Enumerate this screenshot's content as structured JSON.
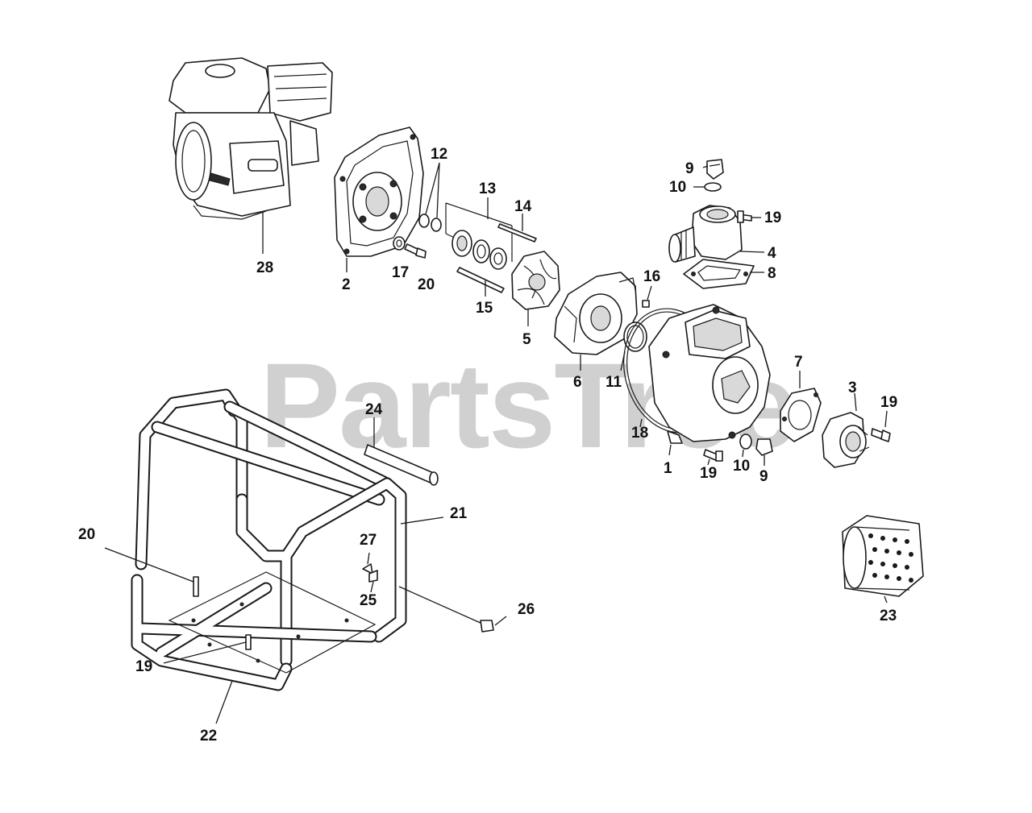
{
  "watermark": {
    "text": "PartsTree",
    "color": "#d0d0d0"
  },
  "callouts": [
    {
      "id": "c28",
      "label": "28"
    },
    {
      "id": "c2",
      "label": "2"
    },
    {
      "id": "c12",
      "label": "12"
    },
    {
      "id": "c13",
      "label": "13"
    },
    {
      "id": "c14",
      "label": "14"
    },
    {
      "id": "c17",
      "label": "17"
    },
    {
      "id": "c20a",
      "label": "20"
    },
    {
      "id": "c15",
      "label": "15"
    },
    {
      "id": "c5",
      "label": "5"
    },
    {
      "id": "c9a",
      "label": "9"
    },
    {
      "id": "c10a",
      "label": "10"
    },
    {
      "id": "c19a",
      "label": "19"
    },
    {
      "id": "c4",
      "label": "4"
    },
    {
      "id": "c8",
      "label": "8"
    },
    {
      "id": "c16",
      "label": "16"
    },
    {
      "id": "c6",
      "label": "6"
    },
    {
      "id": "c11",
      "label": "11"
    },
    {
      "id": "c7",
      "label": "7"
    },
    {
      "id": "c3",
      "label": "3"
    },
    {
      "id": "c19b",
      "label": "19"
    },
    {
      "id": "c18",
      "label": "18"
    },
    {
      "id": "c1",
      "label": "1"
    },
    {
      "id": "c19c",
      "label": "19"
    },
    {
      "id": "c10b",
      "label": "10"
    },
    {
      "id": "c9b",
      "label": "9"
    },
    {
      "id": "c24",
      "label": "24"
    },
    {
      "id": "c21",
      "label": "21"
    },
    {
      "id": "c20b",
      "label": "20"
    },
    {
      "id": "c27",
      "label": "27"
    },
    {
      "id": "c25",
      "label": "25"
    },
    {
      "id": "c26",
      "label": "26"
    },
    {
      "id": "c19d",
      "label": "19"
    },
    {
      "id": "c22",
      "label": "22"
    },
    {
      "id": "c23",
      "label": "23"
    }
  ]
}
